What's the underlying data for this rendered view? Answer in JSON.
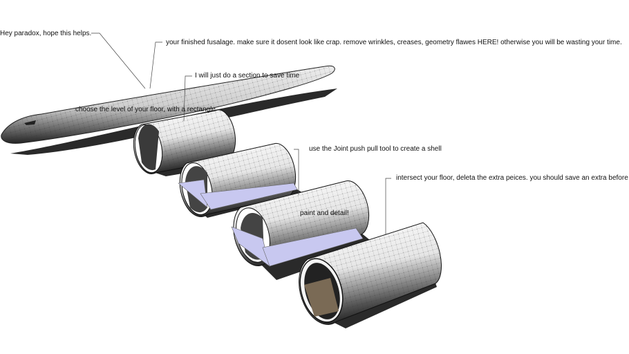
{
  "labels": {
    "greeting": "Hey paradox, hope this helps.",
    "fuselage": "your finished fusalage. make sure it dosent look like crap. remove wrinkles, creases, geometry flawes HERE! otherwise you will be wasting your time.",
    "section": "I will just do a section to save time",
    "floor_level": "choose the level of your floor, with a rectangle",
    "shell": "use the Joint push pull tool to create a shell",
    "intersect": "intersect your floor, deleta the extra peices. you should save an extra before y",
    "paint": "paint and detail!"
  },
  "colors": {
    "floor": "#c8c8f0",
    "shadow": "#2a2a2a",
    "interior_wood": "#7a6a55"
  }
}
